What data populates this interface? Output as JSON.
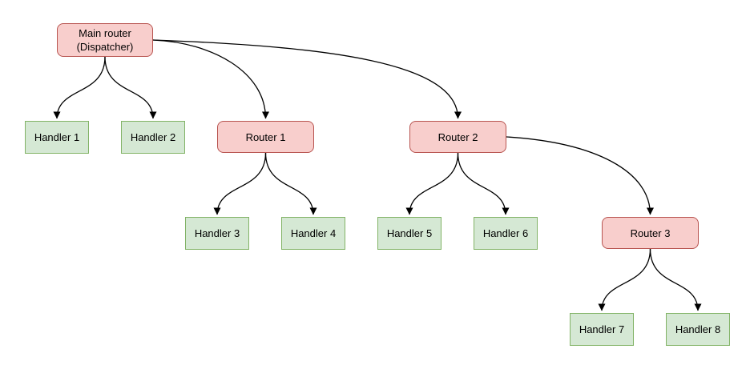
{
  "colors": {
    "router_fill": "#f8cecc",
    "router_border": "#b85450",
    "handler_fill": "#d5e8d4",
    "handler_border": "#82b366",
    "edge": "#000000",
    "background": "#ffffff",
    "text": "#000000"
  },
  "nodes": {
    "main_router": {
      "label": "Main router\n(Dispatcher)",
      "type": "router"
    },
    "handler1": {
      "label": "Handler 1",
      "type": "handler"
    },
    "handler2": {
      "label": "Handler 2",
      "type": "handler"
    },
    "router1": {
      "label": "Router 1",
      "type": "router"
    },
    "router2": {
      "label": "Router 2",
      "type": "router"
    },
    "handler3": {
      "label": "Handler 3",
      "type": "handler"
    },
    "handler4": {
      "label": "Handler 4",
      "type": "handler"
    },
    "handler5": {
      "label": "Handler 5",
      "type": "handler"
    },
    "handler6": {
      "label": "Handler 6",
      "type": "handler"
    },
    "router3": {
      "label": "Router 3",
      "type": "router"
    },
    "handler7": {
      "label": "Handler 7",
      "type": "handler"
    },
    "handler8": {
      "label": "Handler 8",
      "type": "handler"
    }
  },
  "edges": [
    {
      "from": "main_router",
      "to": "handler1"
    },
    {
      "from": "main_router",
      "to": "handler2"
    },
    {
      "from": "main_router",
      "to": "router1"
    },
    {
      "from": "main_router",
      "to": "router2"
    },
    {
      "from": "router1",
      "to": "handler3"
    },
    {
      "from": "router1",
      "to": "handler4"
    },
    {
      "from": "router2",
      "to": "handler5"
    },
    {
      "from": "router2",
      "to": "handler6"
    },
    {
      "from": "router2",
      "to": "router3"
    },
    {
      "from": "router3",
      "to": "handler7"
    },
    {
      "from": "router3",
      "to": "handler8"
    }
  ]
}
